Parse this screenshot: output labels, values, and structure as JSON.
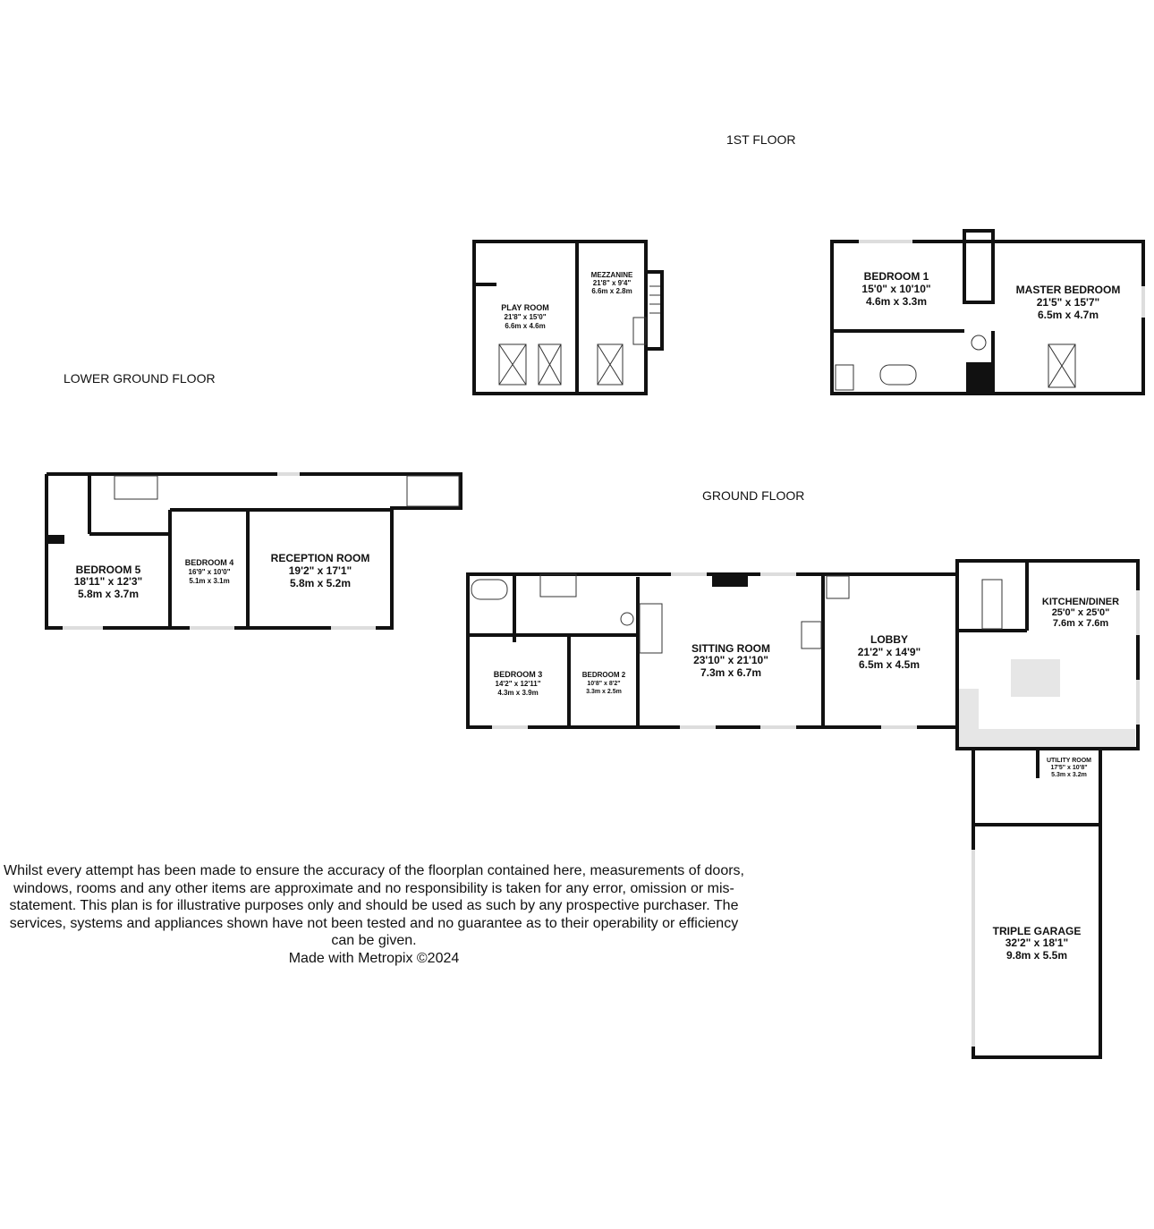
{
  "floors": {
    "first": "1ST FLOOR",
    "lower_ground": "LOWER GROUND FLOOR",
    "ground": "GROUND FLOOR"
  },
  "rooms": {
    "play_room": {
      "name": "PLAY ROOM",
      "imperial": "21'8\" x 15'0\"",
      "metric": "6.6m x 4.6m"
    },
    "mezzanine": {
      "name": "MEZZANINE",
      "imperial": "21'8\" x 9'4\"",
      "metric": "6.6m x 2.8m"
    },
    "bedroom1": {
      "name": "BEDROOM 1",
      "imperial": "15'0\" x 10'10\"",
      "metric": "4.6m x 3.3m"
    },
    "master_bedroom": {
      "name": "MASTER BEDROOM",
      "imperial": "21'5\" x 15'7\"",
      "metric": "6.5m x 4.7m"
    },
    "bedroom5": {
      "name": "BEDROOM 5",
      "imperial": "18'11\" x 12'3\"",
      "metric": "5.8m x 3.7m"
    },
    "bedroom4": {
      "name": "BEDROOM 4",
      "imperial": "16'9\" x 10'0\"",
      "metric": "5.1m x 3.1m"
    },
    "reception_room": {
      "name": "RECEPTION ROOM",
      "imperial": "19'2\" x 17'1\"",
      "metric": "5.8m x 5.2m"
    },
    "bedroom3": {
      "name": "BEDROOM 3",
      "imperial": "14'2\" x 12'11\"",
      "metric": "4.3m x 3.9m"
    },
    "bedroom2": {
      "name": "BEDROOM 2",
      "imperial": "10'8\" x 8'2\"",
      "metric": "3.3m x 2.5m"
    },
    "sitting_room": {
      "name": "SITTING ROOM",
      "imperial": "23'10\" x 21'10\"",
      "metric": "7.3m x 6.7m"
    },
    "lobby": {
      "name": "LOBBY",
      "imperial": "21'2\" x 14'9\"",
      "metric": "6.5m x 4.5m"
    },
    "kitchen_diner": {
      "name": "KITCHEN/DINER",
      "imperial": "25'0\" x 25'0\"",
      "metric": "7.6m x 7.6m"
    },
    "utility_room": {
      "name": "UTILITY ROOM",
      "imperial": "17'5\" x 10'8\"",
      "metric": "5.3m x 3.2m"
    },
    "triple_garage": {
      "name": "TRIPLE GARAGE",
      "imperial": "32'2\" x 18'1\"",
      "metric": "9.8m x 5.5m"
    }
  },
  "disclaimer": "Whilst every attempt has been made to ensure the accuracy of the floorplan contained here, measurements of doors, windows, rooms and any other items are approximate and no responsibility is taken for any error, omission or mis-statement. This plan is for illustrative purposes only and should be used as such by any prospective purchaser. The services, systems and appliances shown have not been tested and no guarantee as to their operability or efficiency can be given.",
  "credit": "Made with Metropix ©2024"
}
